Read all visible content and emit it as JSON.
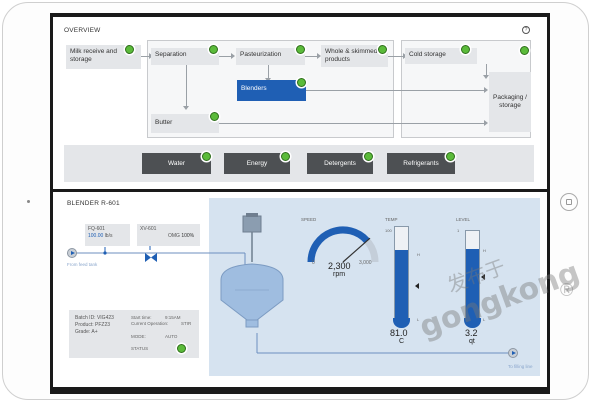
{
  "overview": {
    "title": "OVERVIEW",
    "help_icon": "help-icon",
    "nodes": {
      "milk": "Milk receive and storage",
      "separation": "Separation",
      "pasteurization": "Pasteurization",
      "whole": "Whole & skimmed products",
      "cold": "Cold storage",
      "blenders": "Blenders",
      "butter": "Butter",
      "packaging": "Packaging / storage"
    },
    "utilities": [
      "Water",
      "Energy",
      "Detergents",
      "Refrigerants"
    ]
  },
  "blender": {
    "title": "BLENDER R-601",
    "fq": {
      "tag": "FQ-601",
      "value": "100.00",
      "unit": "lb/s"
    },
    "xv": {
      "tag": "XV-601",
      "label": "OMG",
      "value": "100%"
    },
    "from_tank": "From feed tank",
    "to_filling": "To filling line",
    "batch": {
      "batch_id": "Batch ID: VIG423",
      "product": "Product: PFZ23",
      "grade": "Grade: A+",
      "start_time_label": "Start time:",
      "start_time": "9:15AM",
      "current_op_label": "Current Operation:",
      "current_op": "STIR",
      "mode_label": "MODE:",
      "mode": "AUTO",
      "status_label": "STATUS"
    },
    "speed": {
      "label": "SPEED",
      "value": "2,300",
      "unit": "rpm",
      "min": "0",
      "max": "3,000",
      "fraction": 0.77
    },
    "temp": {
      "label": "TEMP",
      "top": "100",
      "h": "H",
      "l": "L",
      "value": "81.0",
      "unit": "C",
      "fraction": 0.76
    },
    "level": {
      "label": "LEVEL",
      "top": "1",
      "h": "H",
      "l": "L",
      "value": "3.2",
      "unit": "qt",
      "fraction": 0.8
    }
  },
  "colors": {
    "accent": "#1f5fb4",
    "status_green": "#5bbb3a",
    "tank": "#9fbde0",
    "hmi_bg": "#d6e3f0"
  },
  "watermark": {
    "line1": "发布于",
    "line2": "gongkong",
    "mark": "®"
  }
}
